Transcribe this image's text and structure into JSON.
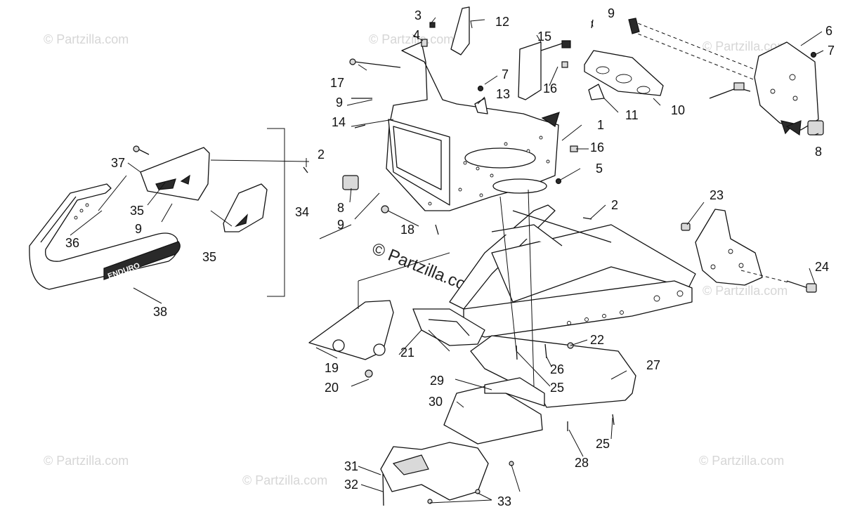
{
  "watermark": "© Partzilla.com",
  "badge_text": "ENDURO",
  "callouts": [
    {
      "id": "c1",
      "text": "1"
    },
    {
      "id": "c2a",
      "text": "2"
    },
    {
      "id": "c2b",
      "text": "2"
    },
    {
      "id": "c3",
      "text": "3"
    },
    {
      "id": "c4",
      "text": "4"
    },
    {
      "id": "c5",
      "text": "5"
    },
    {
      "id": "c6",
      "text": "6"
    },
    {
      "id": "c7a",
      "text": "7"
    },
    {
      "id": "c7b",
      "text": "7"
    },
    {
      "id": "c8a",
      "text": "8"
    },
    {
      "id": "c8b",
      "text": "8"
    },
    {
      "id": "c9a",
      "text": "9"
    },
    {
      "id": "c9b",
      "text": "9"
    },
    {
      "id": "c9c",
      "text": "9"
    },
    {
      "id": "c9d",
      "text": "9"
    },
    {
      "id": "c10",
      "text": "10"
    },
    {
      "id": "c11",
      "text": "11"
    },
    {
      "id": "c12",
      "text": "12"
    },
    {
      "id": "c13",
      "text": "13"
    },
    {
      "id": "c14",
      "text": "14"
    },
    {
      "id": "c15",
      "text": "15"
    },
    {
      "id": "c16a",
      "text": "16"
    },
    {
      "id": "c16b",
      "text": "16"
    },
    {
      "id": "c17",
      "text": "17"
    },
    {
      "id": "c18",
      "text": "18"
    },
    {
      "id": "c19",
      "text": "19"
    },
    {
      "id": "c20",
      "text": "20"
    },
    {
      "id": "c21",
      "text": "21"
    },
    {
      "id": "c22",
      "text": "22"
    },
    {
      "id": "c23",
      "text": "23"
    },
    {
      "id": "c24",
      "text": "24"
    },
    {
      "id": "c25a",
      "text": "25"
    },
    {
      "id": "c25b",
      "text": "25"
    },
    {
      "id": "c26",
      "text": "26"
    },
    {
      "id": "c27",
      "text": "27"
    },
    {
      "id": "c28",
      "text": "28"
    },
    {
      "id": "c29",
      "text": "29"
    },
    {
      "id": "c30",
      "text": "30"
    },
    {
      "id": "c31",
      "text": "31"
    },
    {
      "id": "c32",
      "text": "32"
    },
    {
      "id": "c33",
      "text": "33"
    },
    {
      "id": "c34",
      "text": "34"
    },
    {
      "id": "c35a",
      "text": "35"
    },
    {
      "id": "c35b",
      "text": "35"
    },
    {
      "id": "c36",
      "text": "36"
    },
    {
      "id": "c37",
      "text": "37"
    },
    {
      "id": "c38",
      "text": "38"
    }
  ]
}
